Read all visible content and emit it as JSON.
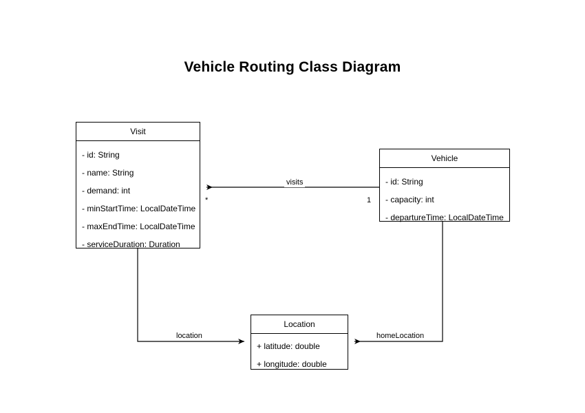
{
  "diagram": {
    "title": "Vehicle Routing Class Diagram",
    "background_color": "#ffffff",
    "line_color": "#000000",
    "text_color": "#000000",
    "classes": [
      {
        "id": "visit",
        "name": "Visit",
        "attributes": [
          "- id: String",
          "- name: String",
          "- demand: int",
          "- minStartTime: LocalDateTime",
          "- maxEndTime: LocalDateTime",
          "- serviceDuration: Duration"
        ]
      },
      {
        "id": "vehicle",
        "name": "Vehicle",
        "attributes": [
          "- id: String",
          "- capacity: int",
          "- departureTime: LocalDateTime"
        ]
      },
      {
        "id": "location",
        "name": "Location",
        "attributes": [
          "+ latitude: double",
          "+ longitude: double"
        ]
      }
    ],
    "relationships": [
      {
        "id": "visits",
        "label": "visits",
        "source": "Vehicle",
        "target": "Visit",
        "source_multiplicity": "1",
        "target_multiplicity": "*",
        "arrow": "open-arrow-at-target"
      },
      {
        "id": "location",
        "label": "location",
        "source": "Visit",
        "target": "Location",
        "source_multiplicity": "",
        "target_multiplicity": "",
        "arrow": "open-arrow-at-target"
      },
      {
        "id": "homeLocation",
        "label": "homeLocation",
        "source": "Vehicle",
        "target": "Location",
        "source_multiplicity": "",
        "target_multiplicity": "",
        "arrow": "open-arrow-at-target"
      }
    ]
  }
}
